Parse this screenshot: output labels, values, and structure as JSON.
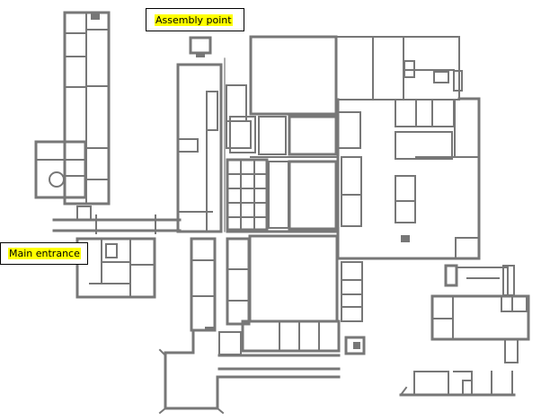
{
  "map": {
    "type": "building floor plan",
    "wall_color": "#777777",
    "background_color": "#ffffff",
    "labels": [
      {
        "id": "assembly-point",
        "text": "Assembly point",
        "highlight_color": "#ffff00"
      },
      {
        "id": "main-entrance",
        "text": "Main entrance",
        "highlight_color": "#ffff00"
      }
    ]
  }
}
